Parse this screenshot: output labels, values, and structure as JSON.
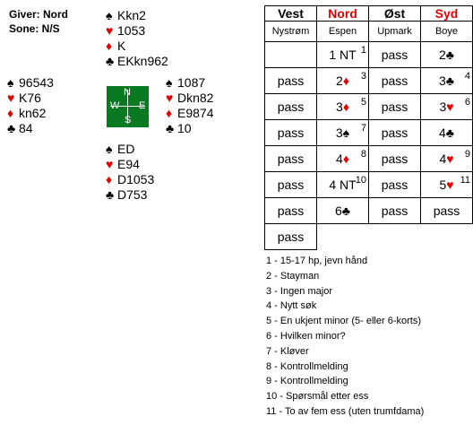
{
  "header": {
    "giver": "Giver: Nord",
    "sone": "Sone: N/S"
  },
  "hands": {
    "north": {
      "spades": "Kkn2",
      "hearts": "1053",
      "diamonds": "K",
      "clubs": "EKkn962"
    },
    "west": {
      "spades": "96543",
      "hearts": "K76",
      "diamonds": "kn62",
      "clubs": "84"
    },
    "east": {
      "spades": "1087",
      "hearts": "Dkn82",
      "diamonds": "E9874",
      "clubs": "10"
    },
    "south": {
      "spades": "ED",
      "hearts": "E94",
      "diamonds": "D1053",
      "clubs": "D753"
    }
  },
  "compass": {
    "n": "N",
    "s": "S",
    "w": "W",
    "e": "E"
  },
  "bidding": {
    "directions": [
      "Vest",
      "Nord",
      "Øst",
      "Syd"
    ],
    "players": [
      "Nystrøm",
      "Espen",
      "Upmark",
      "Boye"
    ],
    "rows": [
      [
        {
          "t": ""
        },
        {
          "t": "1 NT",
          "n": "1"
        },
        {
          "t": "pass"
        },
        {
          "t": "2",
          "s": "clubs"
        }
      ],
      [
        {
          "t": "pass"
        },
        {
          "t": "2",
          "s": "diamonds",
          "n": "3"
        },
        {
          "t": "pass"
        },
        {
          "t": "3",
          "s": "clubs",
          "n": "4"
        }
      ],
      [
        {
          "t": "pass"
        },
        {
          "t": "3",
          "s": "diamonds",
          "n": "5"
        },
        {
          "t": "pass"
        },
        {
          "t": "3",
          "s": "hearts",
          "n": "6"
        }
      ],
      [
        {
          "t": "pass"
        },
        {
          "t": "3",
          "s": "spades",
          "n": "7"
        },
        {
          "t": "pass"
        },
        {
          "t": "4",
          "s": "clubs"
        }
      ],
      [
        {
          "t": "pass"
        },
        {
          "t": "4",
          "s": "diamonds",
          "n": "8"
        },
        {
          "t": "pass"
        },
        {
          "t": "4",
          "s": "hearts",
          "n": "9"
        }
      ],
      [
        {
          "t": "pass"
        },
        {
          "t": "4 NT",
          "n": "10"
        },
        {
          "t": "pass"
        },
        {
          "t": "5",
          "s": "hearts",
          "n": "11"
        }
      ],
      [
        {
          "t": "pass"
        },
        {
          "t": "6",
          "s": "clubs"
        },
        {
          "t": "pass"
        },
        {
          "t": "pass"
        }
      ],
      [
        {
          "t": "pass"
        }
      ]
    ]
  },
  "footnotes": [
    "1 - 15-17 hp, jevn hånd",
    "2 - Stayman",
    "3 - Ingen major",
    "4 - Nytt søk",
    "5 - En ukjent minor (5- eller 6-korts)",
    "6 - Hvilken minor?",
    "7 - Kløver",
    "8 - Kontrollmelding",
    "9 - Kontrollmelding",
    "10 - Spørsmål etter ess",
    "11 - To av fem ess (uten trumfdama)"
  ],
  "colors": {
    "red": "#e00000",
    "compass": "#0a7a22"
  }
}
